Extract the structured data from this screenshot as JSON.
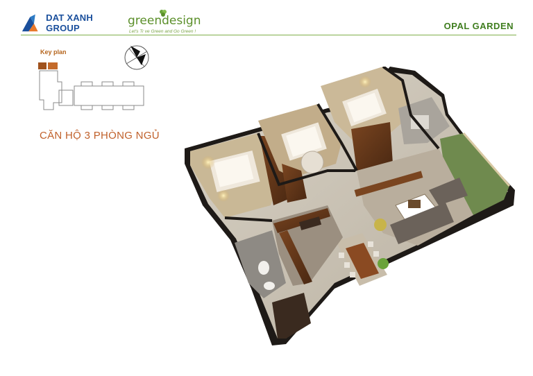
{
  "header": {
    "brand_name": "DAT XANH GROUP",
    "partner_name": "greendesign",
    "partner_tagline": "Let's Tr ve Green and Go Green !",
    "project_name": "OPAL GARDEN"
  },
  "keyplan": {
    "label": "Key plan"
  },
  "apartment": {
    "title": "CĂN HỘ 3 PHÒNG NGỦ"
  },
  "colors": {
    "brand_blue": "#1a4f9c",
    "brand_green": "#3f7d1f",
    "accent_orange": "#c0602a",
    "keyplan_highlight": "#a0521d"
  },
  "icons": [
    "dat-xanh-logo-icon",
    "green-leaf-icon",
    "compass-icon"
  ]
}
